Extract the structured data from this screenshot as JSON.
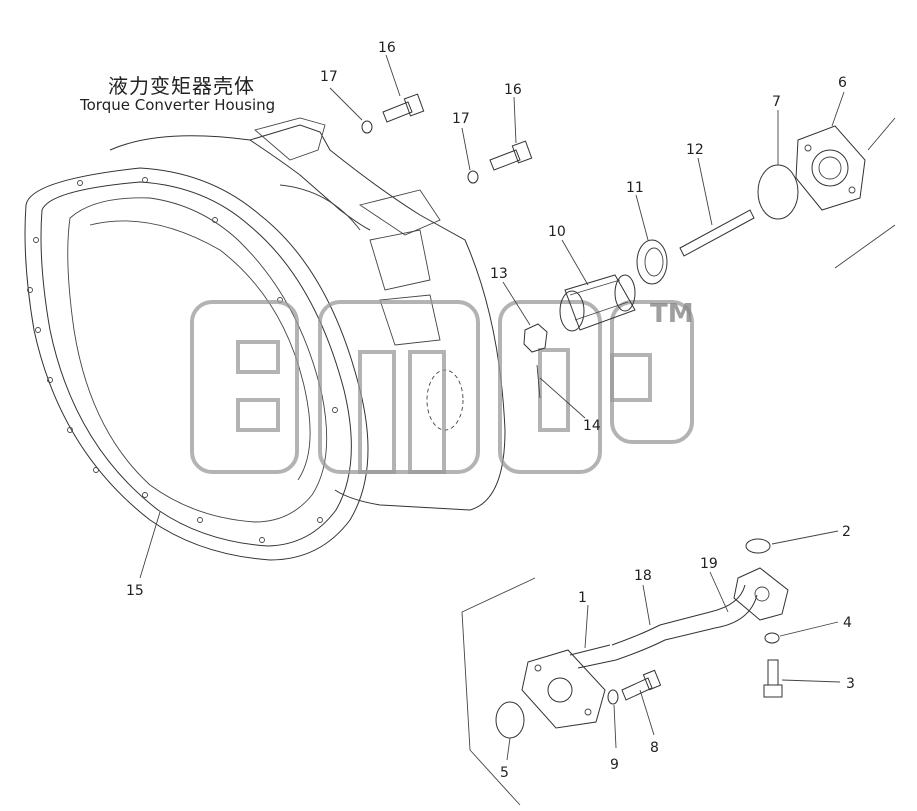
{
  "title": {
    "chinese": "液力变矩器壳体",
    "english": "Torque Converter Housing"
  },
  "watermark": {
    "trademark": "TM"
  },
  "callouts": [
    {
      "id": "c1",
      "label": "1"
    },
    {
      "id": "c2",
      "label": "2"
    },
    {
      "id": "c3",
      "label": "3"
    },
    {
      "id": "c4",
      "label": "4"
    },
    {
      "id": "c5",
      "label": "5"
    },
    {
      "id": "c6",
      "label": "6"
    },
    {
      "id": "c7",
      "label": "7"
    },
    {
      "id": "c8",
      "label": "8"
    },
    {
      "id": "c9",
      "label": "9"
    },
    {
      "id": "c10",
      "label": "10"
    },
    {
      "id": "c11",
      "label": "11"
    },
    {
      "id": "c12",
      "label": "12"
    },
    {
      "id": "c13",
      "label": "13"
    },
    {
      "id": "c14",
      "label": "14"
    },
    {
      "id": "c15",
      "label": "15"
    },
    {
      "id": "c16a",
      "label": "16"
    },
    {
      "id": "c16b",
      "label": "16"
    },
    {
      "id": "c17a",
      "label": "17"
    },
    {
      "id": "c17b",
      "label": "17"
    },
    {
      "id": "c18",
      "label": "18"
    },
    {
      "id": "c19",
      "label": "19"
    }
  ]
}
